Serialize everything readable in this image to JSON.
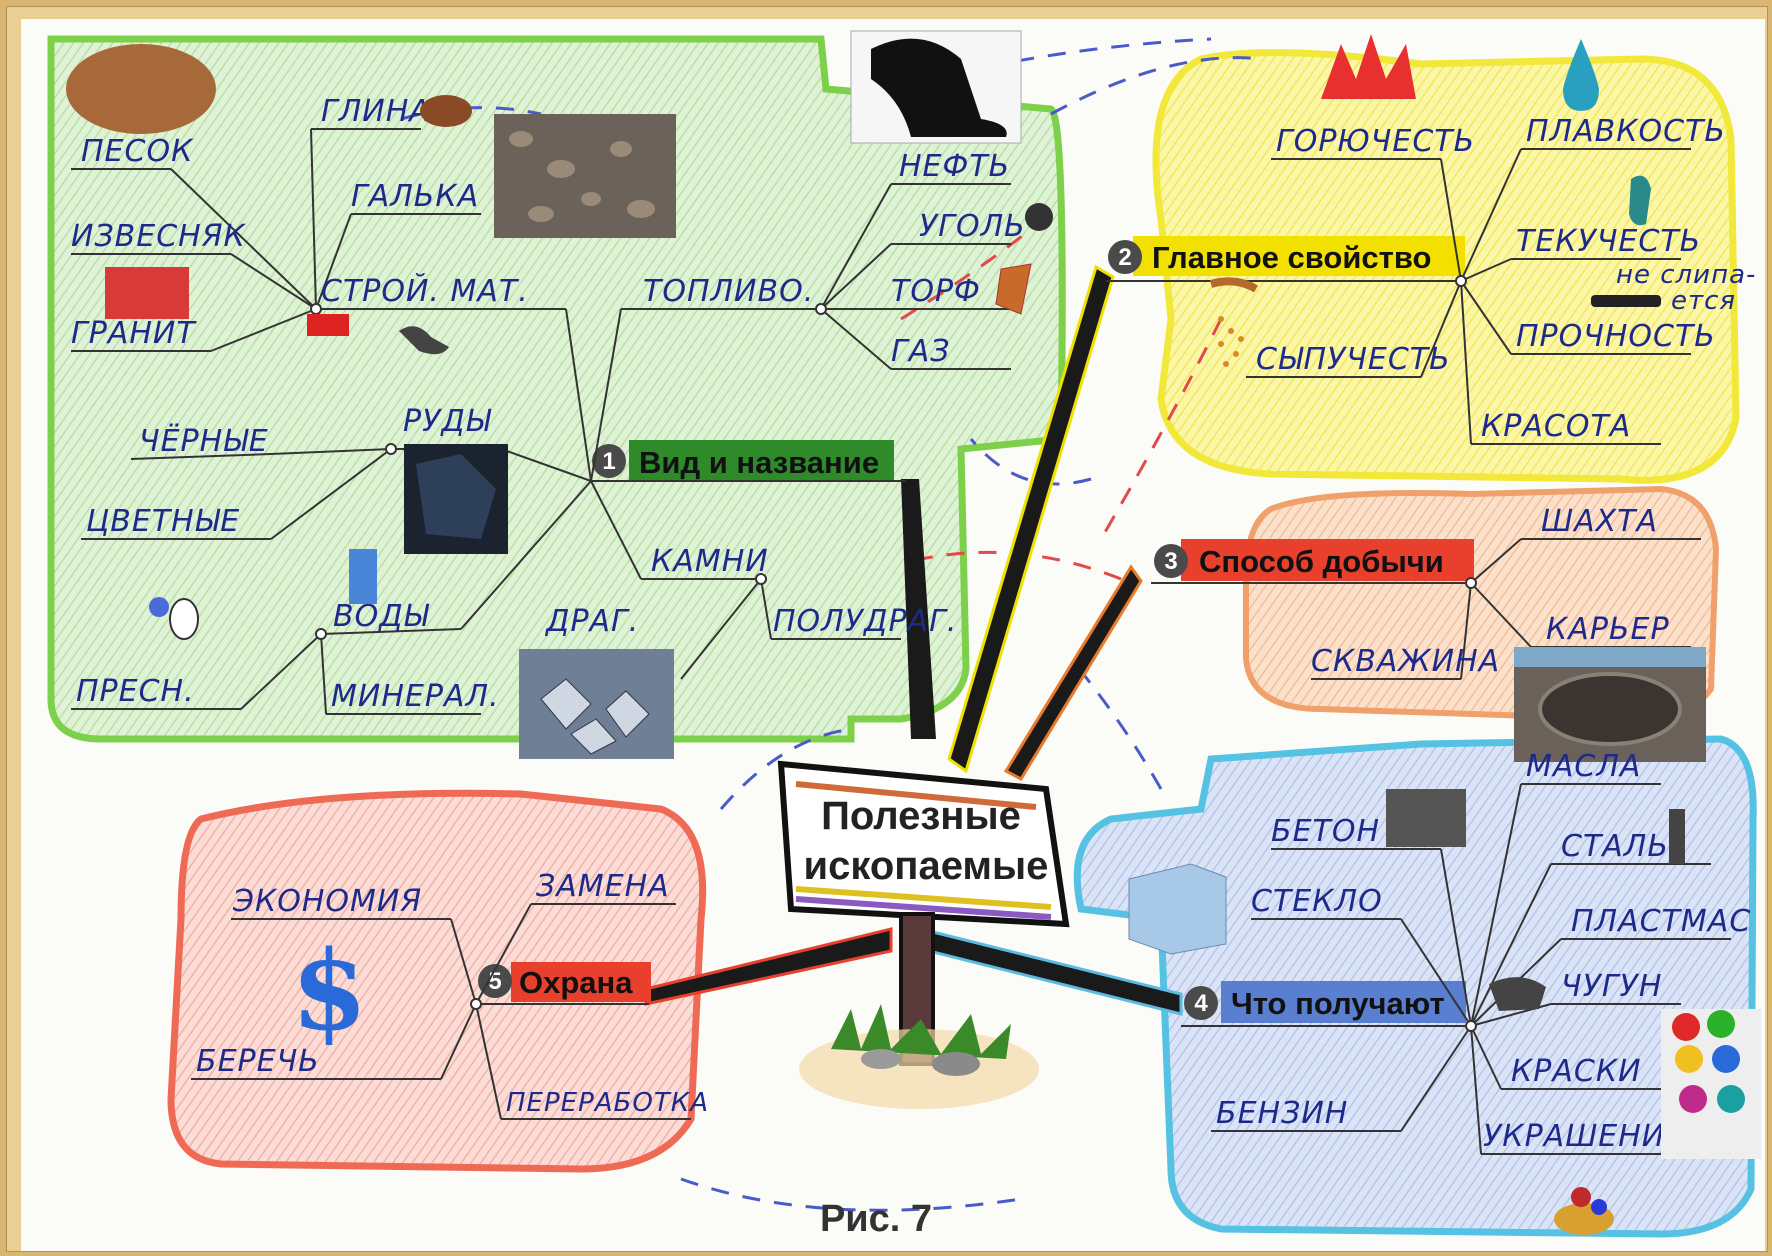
{
  "center": {
    "line1": "Полезные",
    "line2": "ископаемые"
  },
  "caption": "Рис. 7",
  "branches": {
    "b1": {
      "num": "1",
      "label": "Вид и название",
      "color": "#2f8a2a"
    },
    "b2": {
      "num": "2",
      "label": "Главное свойство",
      "color": "#f2e000"
    },
    "b3": {
      "num": "3",
      "label": "Способ добычи",
      "color": "#e87a2a"
    },
    "b4": {
      "num": "4",
      "label": "Что получают",
      "color": "#5a7fd0"
    },
    "b5": {
      "num": "5",
      "label": "Охрана",
      "color": "#e8402c"
    }
  },
  "b1_words": {
    "stroi": "СТРОЙ. МАТ.",
    "pesok": "ПЕСОК",
    "glina": "ГЛИНА",
    "galka": "ГАЛЬКА",
    "izvestnyak": "ИЗВЕСНЯК",
    "granit": "ГРАНИТ",
    "toplivo": "ТОПЛИВО.",
    "neft": "НЕФТЬ",
    "ugol": "УГОЛЬ",
    "torf": "ТОРФ",
    "gaz": "ГАЗ",
    "rudy": "РУДЫ",
    "chernye": "ЧЁРНЫЕ",
    "tsvetnye": "ЦВЕТНЫЕ",
    "vody": "ВОДЫ",
    "presn": "ПРЕСН.",
    "mineral": "МИНЕРАЛ.",
    "kamni": "КАМНИ",
    "drag": "ДРАГ.",
    "poludrag": "ПОЛУДРАГ."
  },
  "b2_words": {
    "goryuchest": "ГОРЮЧЕСТЬ",
    "plavkost": "ПЛАВКОСТЬ",
    "tekuchest": "ТЕКУЧЕСТЬ",
    "ne_slip_1": "не слипа-",
    "ne_slip_2": "ется",
    "sypuchest": "СЫПУЧЕСТЬ",
    "prochnost": "ПРОЧНОСТЬ",
    "krasota": "КРАСОТА"
  },
  "b3_words": {
    "shakhta": "ШАХТА",
    "karer": "КАРЬЕР",
    "skvazhina": "СКВАЖИНА"
  },
  "b4_words": {
    "masla": "МАСЛА",
    "beton": "БЕТОН",
    "stal": "СТАЛЬ",
    "steklo": "СТЕКЛО",
    "plastmas": "ПЛАСТМАС",
    "chugun": "ЧУГУН",
    "kraski": "КРАСКИ",
    "benzin": "БЕНЗИН",
    "ukrashenie": "УКРАШЕНИЕ"
  },
  "b5_words": {
    "ekonomiya": "ЭКОНОМИЯ",
    "zamena": "ЗАМЕНА",
    "berech": "БЕРЕЧЬ",
    "pererabotka": "ПЕРЕРАБОТКА",
    "dollar": "$"
  }
}
